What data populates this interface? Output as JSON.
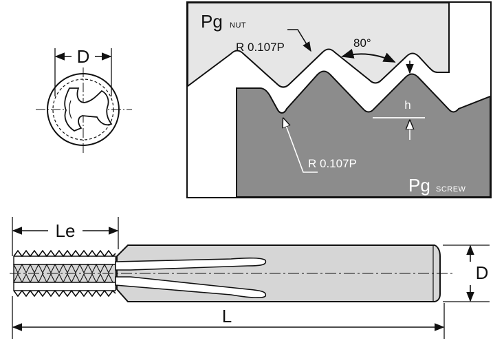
{
  "diagram": {
    "end_view": {
      "label_d": "D"
    },
    "thread_profile": {
      "nut_label": "Pg",
      "nut_sub": "NUT",
      "angle_label": "80°",
      "radius_top": "R 0.107P",
      "radius_bottom": "R 0.107P",
      "height_label": "h",
      "screw_label": "Pg",
      "screw_sub": "SCREW"
    },
    "side_view": {
      "label_le": "Le",
      "label_l": "L",
      "label_d": "D"
    }
  },
  "colors": {
    "nut_fill": "#e6e6e6",
    "screw_fill": "#8c8c8c",
    "shank_fill": "#d6d6d6",
    "stroke": "#111111"
  }
}
